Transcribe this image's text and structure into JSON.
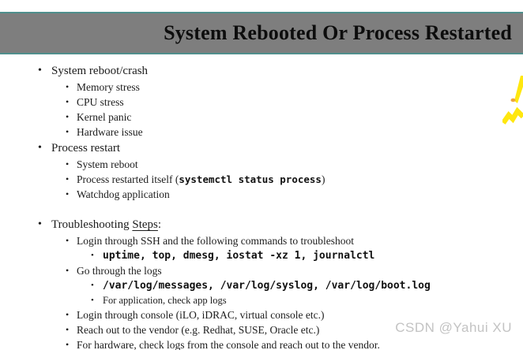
{
  "glyphs": {
    "bullet": "•"
  },
  "header": {
    "title": "System Rebooted Or Process Restarted"
  },
  "slide": {
    "sections": [
      {
        "heading": {
          "text": "System reboot/crash"
        },
        "items": [
          {
            "text": "Memory stress"
          },
          {
            "text": "CPU stress"
          },
          {
            "text": "Kernel panic"
          },
          {
            "text": "Hardware issue"
          }
        ]
      },
      {
        "heading": {
          "text": "Process restart"
        },
        "items": [
          {
            "text": "System reboot"
          },
          {
            "prefix": "Process restarted itself (",
            "code": "systemctl status process",
            "suffix": ")"
          },
          {
            "text": "Watchdog application"
          }
        ]
      },
      {
        "heading": {
          "prefix": "Troubleshooting ",
          "underlined": "Steps",
          "suffix": ":"
        },
        "items": [
          {
            "text": "Login through SSH and the following commands to troubleshoot",
            "sub": [
              {
                "code": "uptime, top, dmesg, iostat -xz 1, journalctl"
              }
            ]
          },
          {
            "text": "Go through the logs",
            "sub": [
              {
                "code": "/var/log/messages, /var/log/syslog, /var/log/boot.log"
              },
              {
                "note": "For application, check app logs"
              }
            ]
          },
          {
            "text": "Login through console (iLO, iDRAC, virtual console etc.)"
          },
          {
            "text": "Reach out to the vendor (e.g. Redhat, SUSE, Oracle etc.)"
          },
          {
            "text": "For hardware, check logs from the console and reach out to the vendor."
          }
        ]
      }
    ]
  },
  "watermark": {
    "text": "CSDN @Yahui XU"
  },
  "colors": {
    "header_bg": "#7e7e7e",
    "header_border": "#4f8f8c",
    "text": "#1c1c1c",
    "watermark": "#c3c3c3",
    "deco_yellow": "#ffe70f",
    "deco_orange": "#efa63c"
  }
}
